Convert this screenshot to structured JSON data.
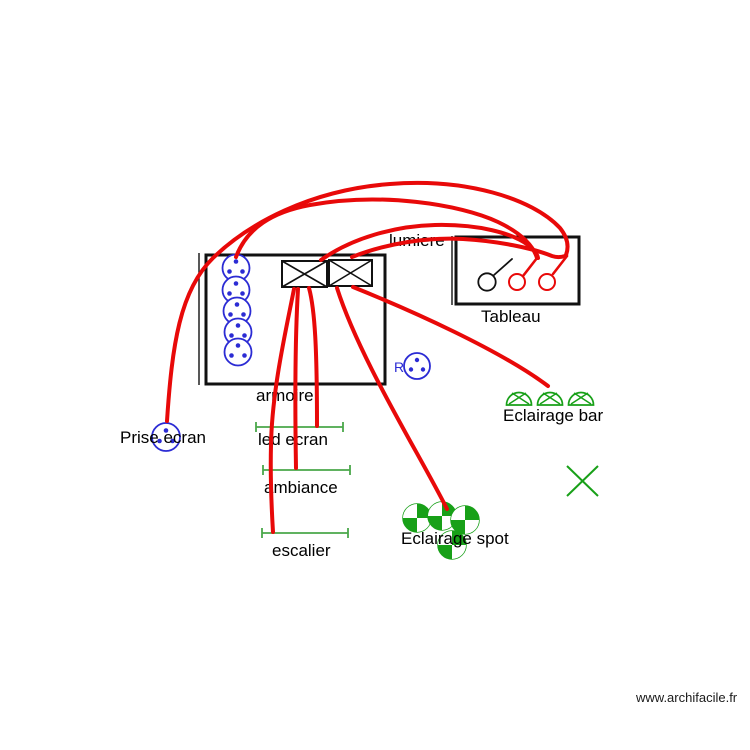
{
  "colors": {
    "wire": "#e80909",
    "outlet_blue": "#2b2bd4",
    "fixture_green": "#18a018",
    "segment_green": "#4aa84a",
    "ink": "#111111",
    "background": "#ffffff"
  },
  "labels": {
    "lumiere": "lumiere",
    "tableau": "Tableau",
    "armoire": "armoire",
    "prise_ecran": "Prise ecran",
    "led_ecran": "led ecran",
    "ambiance": "ambiance",
    "escalier": "escalier",
    "eclairage_bar": "Eclairage bar",
    "eclairage_spot": "Eclairage spot",
    "socket_r": "R"
  },
  "watermark": "www.archifacile.fr",
  "symbols": {
    "armoire_outlet_count": 5,
    "standalone_outlet_count": 2,
    "junction_box_count": 2,
    "tableau_switch_count": 3,
    "tableau_switch_colors": [
      "black",
      "red",
      "red"
    ],
    "bar_light_count": 3,
    "spot_light_count": 4,
    "measure_segment_count": 3,
    "wire_count": 9
  }
}
